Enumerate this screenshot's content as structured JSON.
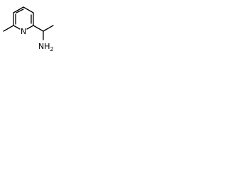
{
  "molecule": {
    "ring_nitrogen_label": "N",
    "amine_label": "NH",
    "amine_subscript": "2",
    "bond_color": "#000000",
    "background_color": "#ffffff"
  }
}
